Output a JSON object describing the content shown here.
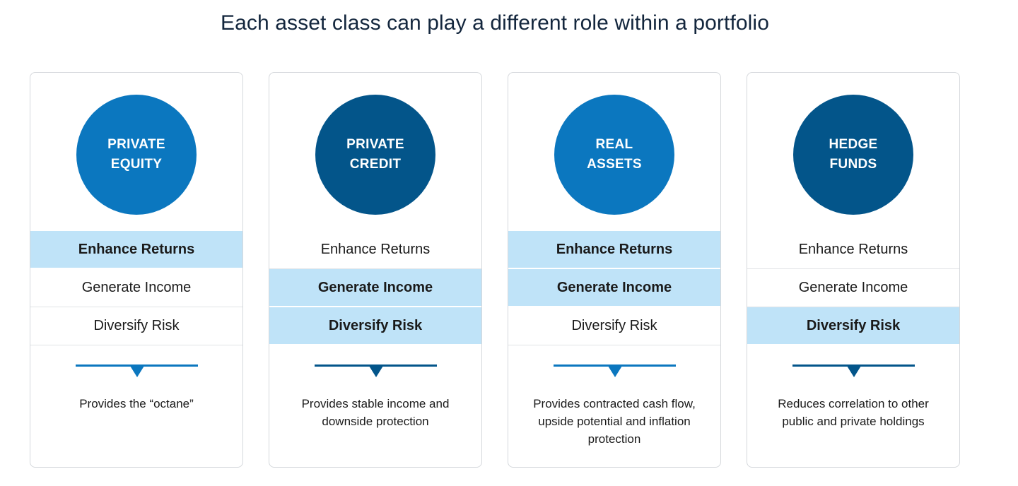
{
  "title": "Each asset class can play a different role within a portfolio",
  "colors": {
    "light_blue": "#0b77bf",
    "dark_blue": "#03558a",
    "highlight": "#bfe3f8"
  },
  "cards": [
    {
      "line1": "PRIVATE",
      "line2": "EQUITY",
      "circle_color": "#0b77bf",
      "rows": [
        {
          "label": "Enhance Returns",
          "highlight": true
        },
        {
          "label": "Generate Income",
          "highlight": false
        },
        {
          "label": "Diversify Risk",
          "highlight": false
        }
      ],
      "description": "Provides the “octane”"
    },
    {
      "line1": "PRIVATE",
      "line2": "CREDIT",
      "circle_color": "#03558a",
      "rows": [
        {
          "label": "Enhance Returns",
          "highlight": false
        },
        {
          "label": "Generate Income",
          "highlight": true
        },
        {
          "label": "Diversify Risk",
          "highlight": true
        }
      ],
      "description": "Provides stable income and downside protection"
    },
    {
      "line1": "REAL",
      "line2": "ASSETS",
      "circle_color": "#0b77bf",
      "rows": [
        {
          "label": "Enhance Returns",
          "highlight": true
        },
        {
          "label": "Generate Income",
          "highlight": true
        },
        {
          "label": "Diversify Risk",
          "highlight": false
        }
      ],
      "description": "Provides contracted cash flow, upside potential and inflation protection"
    },
    {
      "line1": "HEDGE",
      "line2": "FUNDS",
      "circle_color": "#03558a",
      "rows": [
        {
          "label": "Enhance Returns",
          "highlight": false
        },
        {
          "label": "Generate Income",
          "highlight": false
        },
        {
          "label": "Diversify Risk",
          "highlight": true
        }
      ],
      "description": "Reduces correlation to other public and private holdings"
    }
  ]
}
